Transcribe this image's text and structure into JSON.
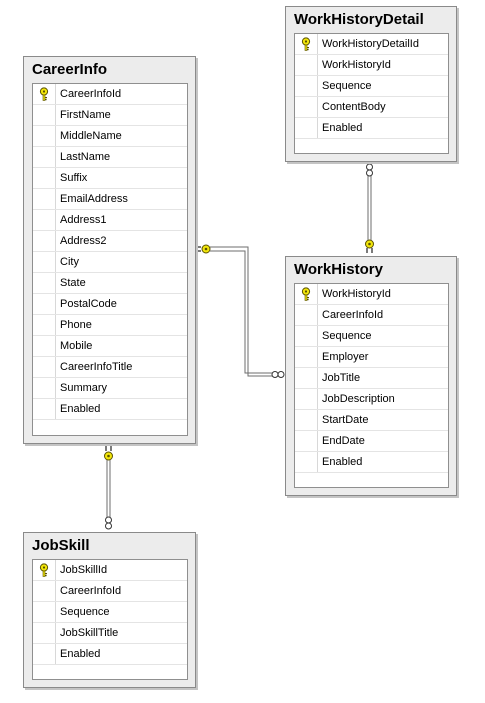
{
  "tables": {
    "work_history_detail": {
      "title": "WorkHistoryDetail",
      "columns": [
        "WorkHistoryDetailId",
        "WorkHistoryId",
        "Sequence",
        "ContentBody",
        "Enabled"
      ],
      "primary_key": "WorkHistoryDetailId"
    },
    "career_info": {
      "title": "CareerInfo",
      "columns": [
        "CareerInfoId",
        "FirstName",
        "MiddleName",
        "LastName",
        "Suffix",
        "EmailAddress",
        "Address1",
        "Address2",
        "City",
        "State",
        "PostalCode",
        "Phone",
        "Mobile",
        "CareerInfoTitle",
        "Summary",
        "Enabled"
      ],
      "primary_key": "CareerInfoId"
    },
    "work_history": {
      "title": "WorkHistory",
      "columns": [
        "WorkHistoryId",
        "CareerInfoId",
        "Sequence",
        "Employer",
        "JobTitle",
        "JobDescription",
        "StartDate",
        "EndDate",
        "Enabled"
      ],
      "primary_key": "WorkHistoryId"
    },
    "job_skill": {
      "title": "JobSkill",
      "columns": [
        "JobSkillId",
        "CareerInfoId",
        "Sequence",
        "JobSkillTitle",
        "Enabled"
      ],
      "primary_key": "JobSkillId"
    }
  },
  "relationships": [
    {
      "from": "WorkHistory",
      "to": "WorkHistoryDetail",
      "type": "one-to-many"
    },
    {
      "from": "CareerInfo",
      "to": "WorkHistory",
      "type": "one-to-many"
    },
    {
      "from": "CareerInfo",
      "to": "JobSkill",
      "type": "one-to-many"
    }
  ],
  "colors": {
    "key": "#f2e60a",
    "key_outline": "#5a5200",
    "connector": "#6e6e6e"
  }
}
